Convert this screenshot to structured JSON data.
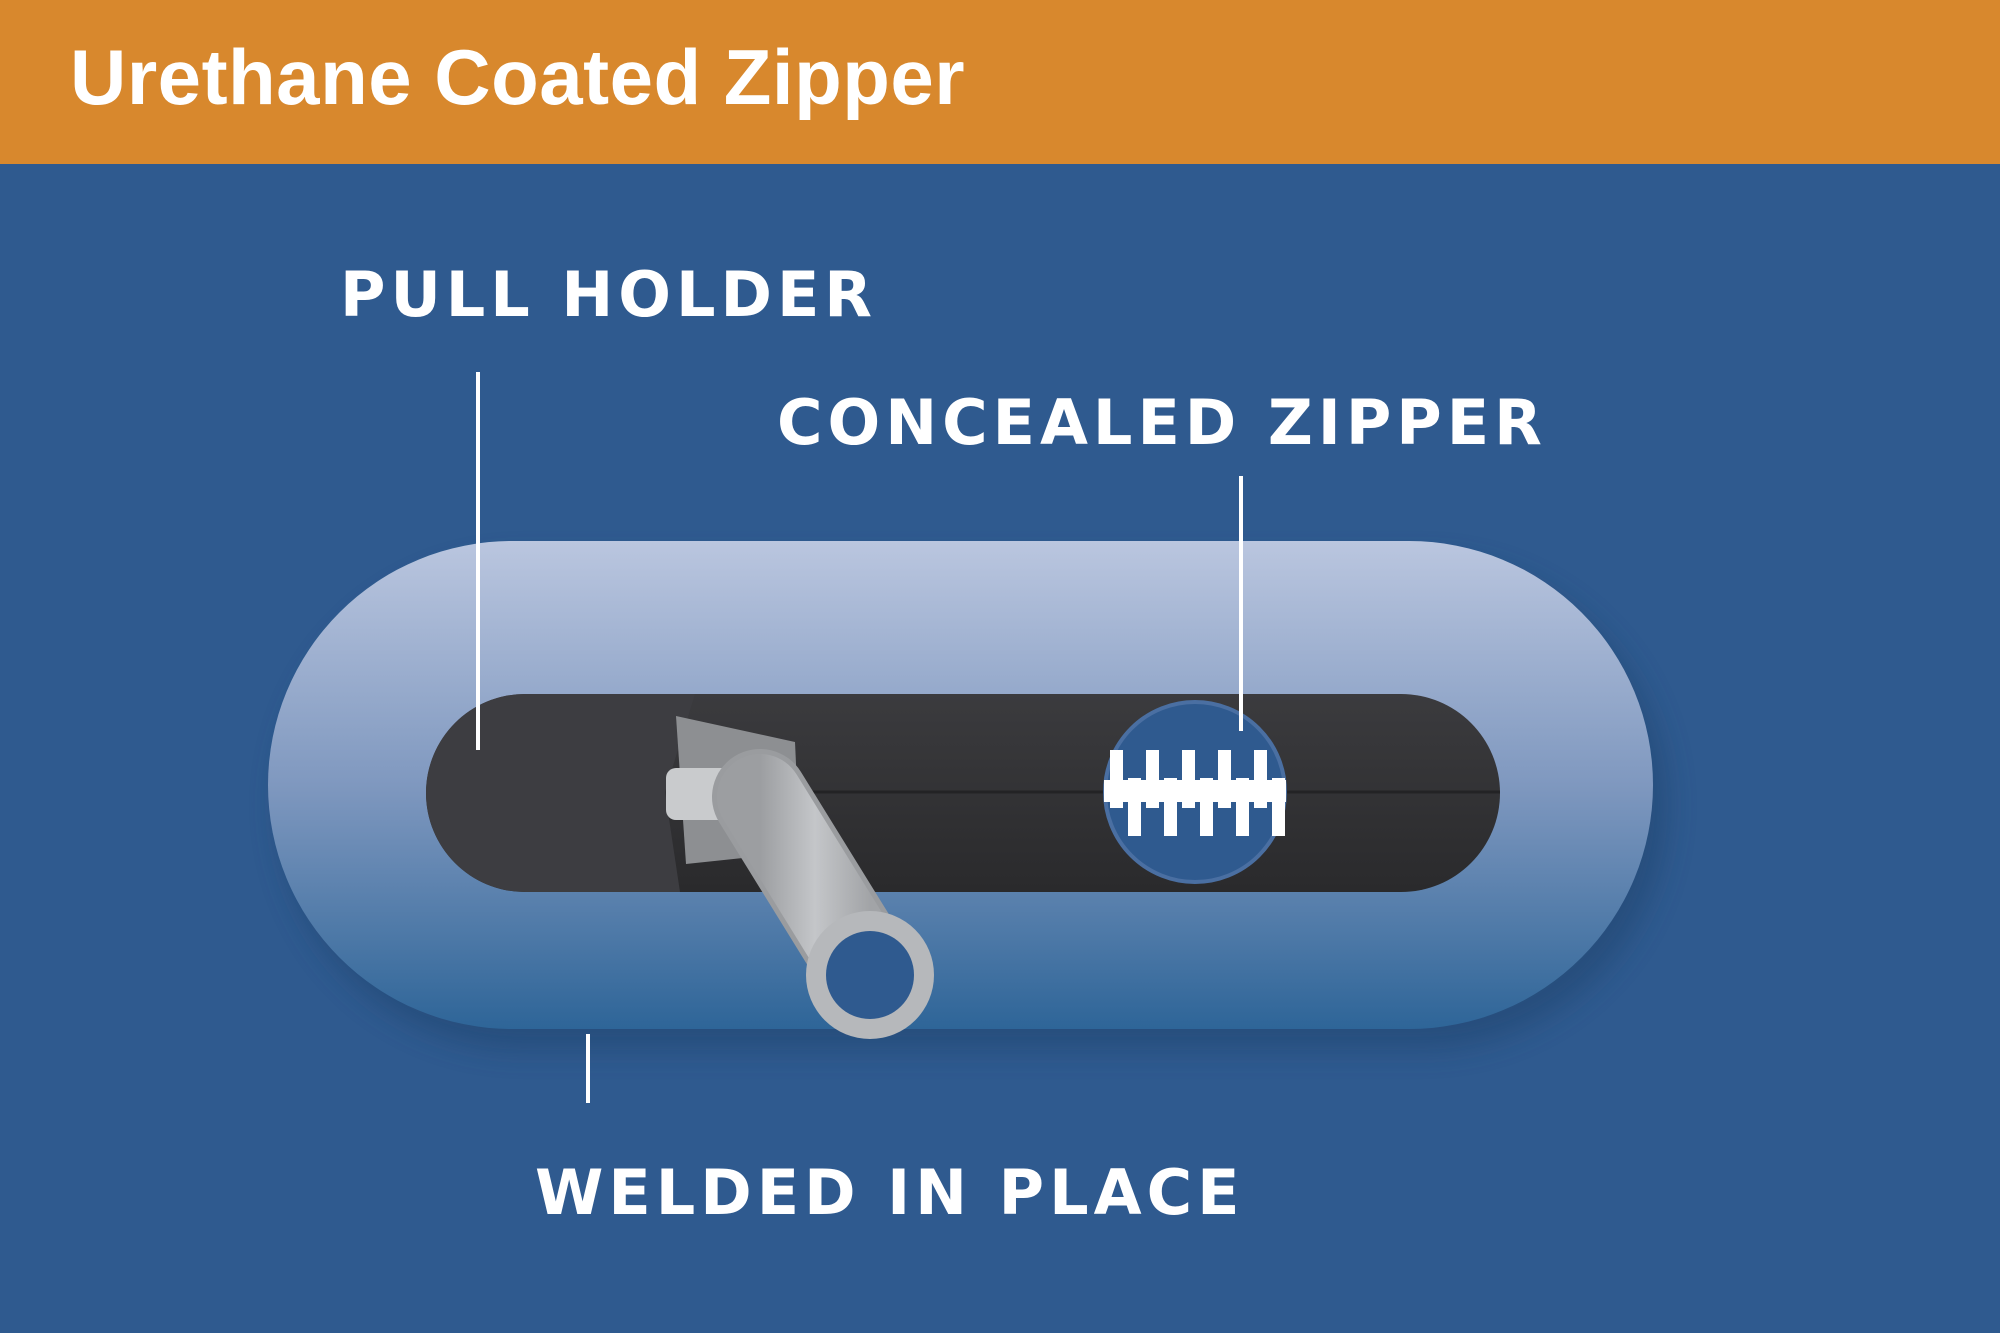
{
  "title": "Urethane Coated Zipper",
  "labels": {
    "pull_holder": "PULL HOLDER",
    "concealed_zipper": "CONCEALED ZIPPER",
    "welded_in_place": "WELDED IN PLACE"
  },
  "colors": {
    "title_bar": "#d8882d",
    "background": "#2f5a8f",
    "weld_top": "#b9c5df",
    "weld_bottom": "#2f6598",
    "zipper_track": "#3a3a3d",
    "pull_metal": "#b8babd",
    "zipper_teeth": "#ffffff"
  }
}
